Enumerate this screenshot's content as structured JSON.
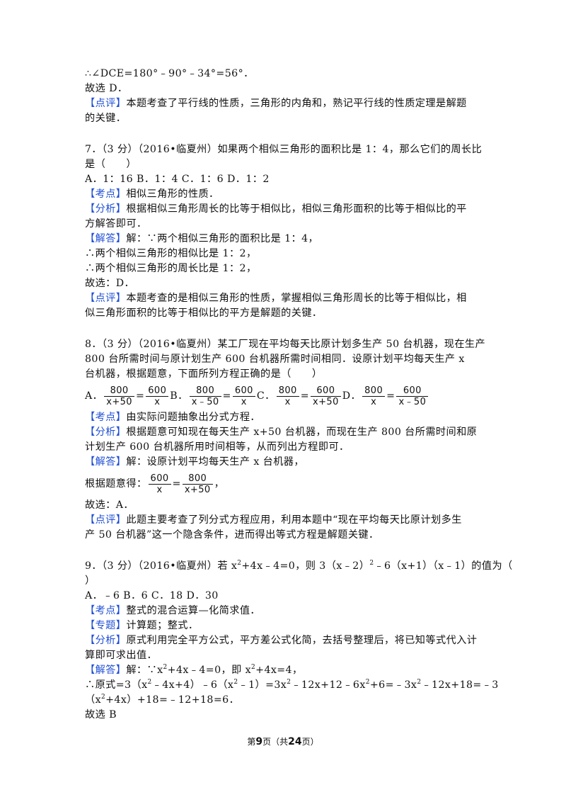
{
  "q6_tail": {
    "line1": "∴∠DCE=180°﹣90°﹣34°=56°．",
    "answer": "故选 D．",
    "review_tag": "【点评】",
    "review_l1": "本题考查了平行线的性质，三角形的内角和，熟记平行线的性质定理是解题",
    "review_l2": "的关键．"
  },
  "q7": {
    "stem_l1": "7．（3 分）（2016•临夏州）如果两个相似三角形的面积比是 1：4，那么它们的周长比",
    "stem_l2": "是（　　）",
    "options": "A．1：16 B．1：4 C．1：6 D．1：2",
    "kaodian_tag": "【考点】",
    "kaodian": "相似三角形的性质．",
    "fenxi_tag": "【分析】",
    "fenxi_l1": "根据相似三角形周长的比等于相似比，相似三角形面积的比等于相似比的平",
    "fenxi_l2": "方解答即可．",
    "jieda_tag": "【解答】",
    "jieda_l1": "解：∵两个相似三角形的面积比是 1：4，",
    "jieda_l2": "∴两个相似三角形的相似比是 1：2，",
    "jieda_l3": "∴两个相似三角形的周长比是 1：2，",
    "answer": "故选：D．",
    "review_tag": "【点评】",
    "review_l1": "本题考查的是相似三角形的性质，掌握相似三角形周长的比等于相似比，相",
    "review_l2": "似三角形面积的比等于相似比的平方是解题的关键．"
  },
  "q8": {
    "stem_l1": "8．（3 分）（2016•临夏州）某工厂现在平均每天比原计划多生产 50 台机器，现在生产",
    "stem_l2": "800 台所需时间与原计划生产 600 台机器所需时间相同．设原计划平均每天生产 x",
    "stem_l3": "台机器，根据题意，下面所列方程正确的是（　　）",
    "opt_a_label": "A．",
    "opt_a": {
      "n1": "800",
      "d1": "x+50",
      "n2": "600",
      "d2": "x"
    },
    "opt_b_label": "B．",
    "opt_b": {
      "n1": "800",
      "d1": "x﹣50",
      "n2": "600",
      "d2": "x"
    },
    "opt_c_label": "C．",
    "opt_c": {
      "n1": "800",
      "d1": "x",
      "n2": "600",
      "d2": "x+50"
    },
    "opt_d_label": "D．",
    "opt_d": {
      "n1": "800",
      "d1": "x",
      "n2": "600",
      "d2": "x﹣50"
    },
    "equals": "=",
    "kaodian_tag": "【考点】",
    "kaodian": "由实际问题抽象出分式方程．",
    "fenxi_tag": "【分析】",
    "fenxi_l1": "根据题意可知现在每天生产 x+50 台机器，而现在生产 800 台所需时间和原",
    "fenxi_l2": "计划生产 600 台机器所用时间相等，从而列出方程即可．",
    "jieda_tag": "【解答】",
    "jieda_l1": "解：设原计划平均每天生产 x 台机器，",
    "jieda_l2_prefix": "根据题意得：",
    "jieda_eq": {
      "n1": "600",
      "d1": "x",
      "n2": "800",
      "d2": "x+50"
    },
    "jieda_l2_suffix": "，",
    "answer": "故选：A．",
    "review_tag": "【点评】",
    "review_l1": "此题主要考查了列分式方程应用，利用本题中“现在平均每天比原计划多生",
    "review_l2": "产 50 台机器”这一个隐含条件，进而得出等式方程是解题关键．"
  },
  "q9": {
    "stem_a": "9．（3 分）（2016•临夏州）若 x",
    "stem_sup1": "2",
    "stem_b": "+4x﹣4=0，则 3（x﹣2）",
    "stem_sup2": "2",
    "stem_c": "﹣6（x+1）（x﹣1）的值为（",
    "stem_l2": "）",
    "options": "A．﹣6 B．6 C．18 D．30",
    "kaodian_tag": "【考点】",
    "kaodian": "整式的混合运算—化简求值．",
    "zhuanti_tag": "【专题】",
    "zhuanti": "计算题；整式．",
    "fenxi_tag": "【分析】",
    "fenxi_l1": "原式利用完全平方公式，平方差公式化简，去括号整理后，将已知等式代入计",
    "fenxi_l2": "算即可求出值．",
    "jieda_tag": "【解答】",
    "jieda_l1_a": "解：∵x",
    "jieda_l1_sup1": "2",
    "jieda_l1_b": "+4x﹣4=0，即 x",
    "jieda_l1_sup2": "2",
    "jieda_l1_c": "+4x=4，",
    "jieda_l2_a": "∴原式=3（x",
    "jieda_l2_sup1": "2",
    "jieda_l2_b": "﹣4x+4）﹣6（x",
    "jieda_l2_sup2": "2",
    "jieda_l2_c": "﹣1）=3x",
    "jieda_l2_sup3": "2",
    "jieda_l2_d": "﹣12x+12﹣6x",
    "jieda_l2_sup4": "2",
    "jieda_l2_e": "+6=﹣3x",
    "jieda_l2_sup5": "2",
    "jieda_l2_f": "﹣12x+18=﹣3",
    "jieda_l3_a": "（x",
    "jieda_l3_sup": "2",
    "jieda_l3_b": "+4x）+18=﹣12+18=6．",
    "answer": "故选 B"
  },
  "footer": {
    "prefix": "第",
    "page": "9",
    "mid": "页（共",
    "total": "24",
    "suffix": "页）"
  }
}
